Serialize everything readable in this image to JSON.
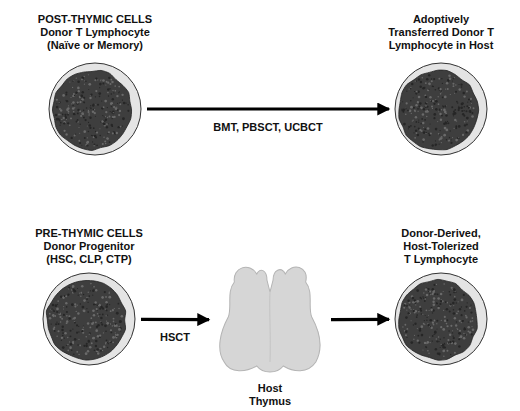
{
  "diagram": {
    "nodes": [
      {
        "text": [
          "POST-THYMIC CELLS",
          "Donor T Lymphocyte (Naïve or Memory)"
        ]
      },
      {
        "text": [
          "Adoptively Transferred Donor T Lymphocyte in Host"
        ]
      },
      {
        "text": [
          "PRE-THYMIC CELLS",
          "Donor Progenitor (HSC, CLP, CTP)"
        ]
      },
      {
        "text": [
          "Host Thymus"
        ]
      },
      {
        "text": [
          "Donor-Derived, Host-Tolerized T Lymphocyte"
        ]
      }
    ],
    "edges": [
      {
        "from": 0,
        "to": 1,
        "arrow": "to",
        "label": "BMT, PBSCT, UCBCT"
      },
      {
        "from": 2,
        "to": 3,
        "arrow": "to",
        "label": "HSCT"
      },
      {
        "from": 3,
        "to": 4,
        "arrow": "to"
      }
    ]
  }
}
